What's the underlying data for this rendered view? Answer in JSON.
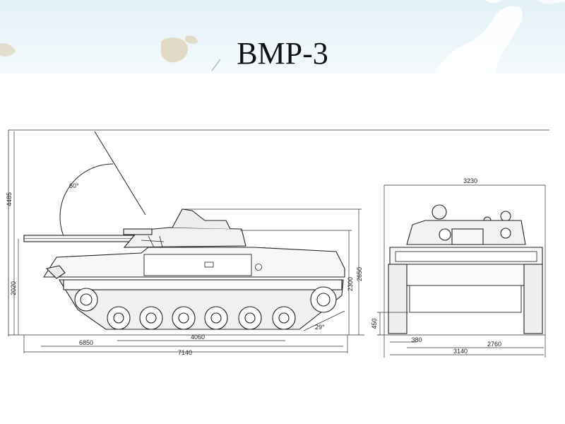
{
  "slide": {
    "title": "BMP-3",
    "header_color": "#e6f2f8"
  },
  "side_view": {
    "dims": {
      "total_height": "4485",
      "hull_height": "2020",
      "turret_height": "2650",
      "hull_top_height": "2300",
      "track_contact": "4060",
      "length_hull": "6850",
      "length_total": "7140",
      "gun_elevation": "60°",
      "departure_angle": "29°"
    }
  },
  "front_view": {
    "dims": {
      "overall_width": "3230",
      "ground_clearance": "450",
      "track_width": "380",
      "track_gauge": "2760",
      "hull_width": "3140"
    }
  }
}
